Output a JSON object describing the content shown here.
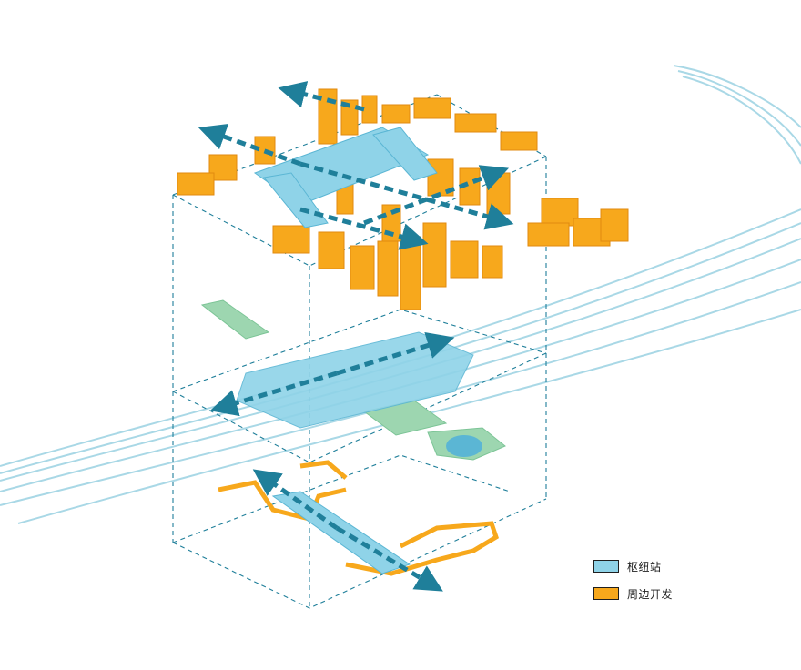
{
  "colors": {
    "hub_station": "#8fd3e8",
    "hub_station_dark": "#5bb6d4",
    "surrounding_development": "#f7a81c",
    "development_dark": "#e08a0f",
    "arrow": "#1f7f9a",
    "frame_line": "#1f7f9a",
    "green_space": "#9dd6b0",
    "rail_lines": "#a9d8e6"
  },
  "legend": {
    "items": [
      {
        "label": "枢纽站",
        "color": "#8fd3e8"
      },
      {
        "label": "周边开发",
        "color": "#f7a81c"
      }
    ]
  },
  "diagram": {
    "layers": [
      "surrounding-development-towers",
      "station-platform-rails",
      "underground-concourse"
    ],
    "icons": [
      "dashed-flow-arrow"
    ]
  }
}
